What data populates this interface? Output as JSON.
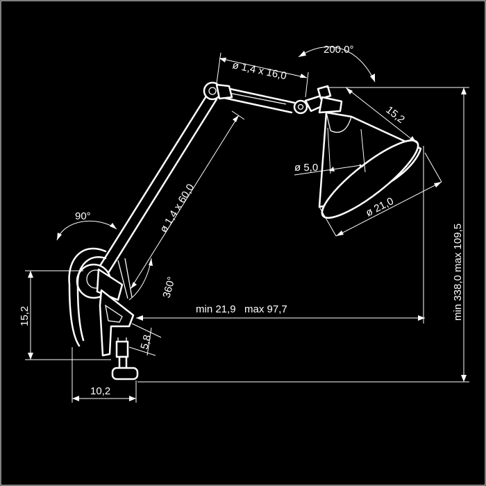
{
  "colors": {
    "background": "#000000",
    "line": "#ffffff"
  },
  "labels": {
    "rotation_head": "200.0°",
    "upper_arm": "ø 1,4 x 16,0",
    "shade_depth": "15,2",
    "socket_diameter": "ø 5,0",
    "shade_diameter": "ø 21,0",
    "lower_arm": "ø 1,4 x 60,0",
    "arm_angle": "90°",
    "base_rotation": "360°",
    "reach": "min 21,9   max 97,7",
    "clamp_height": "15,2",
    "clamp_opening": "5,8",
    "clamp_width": "10,2",
    "total_height": "min 338,0  max 109,5"
  }
}
